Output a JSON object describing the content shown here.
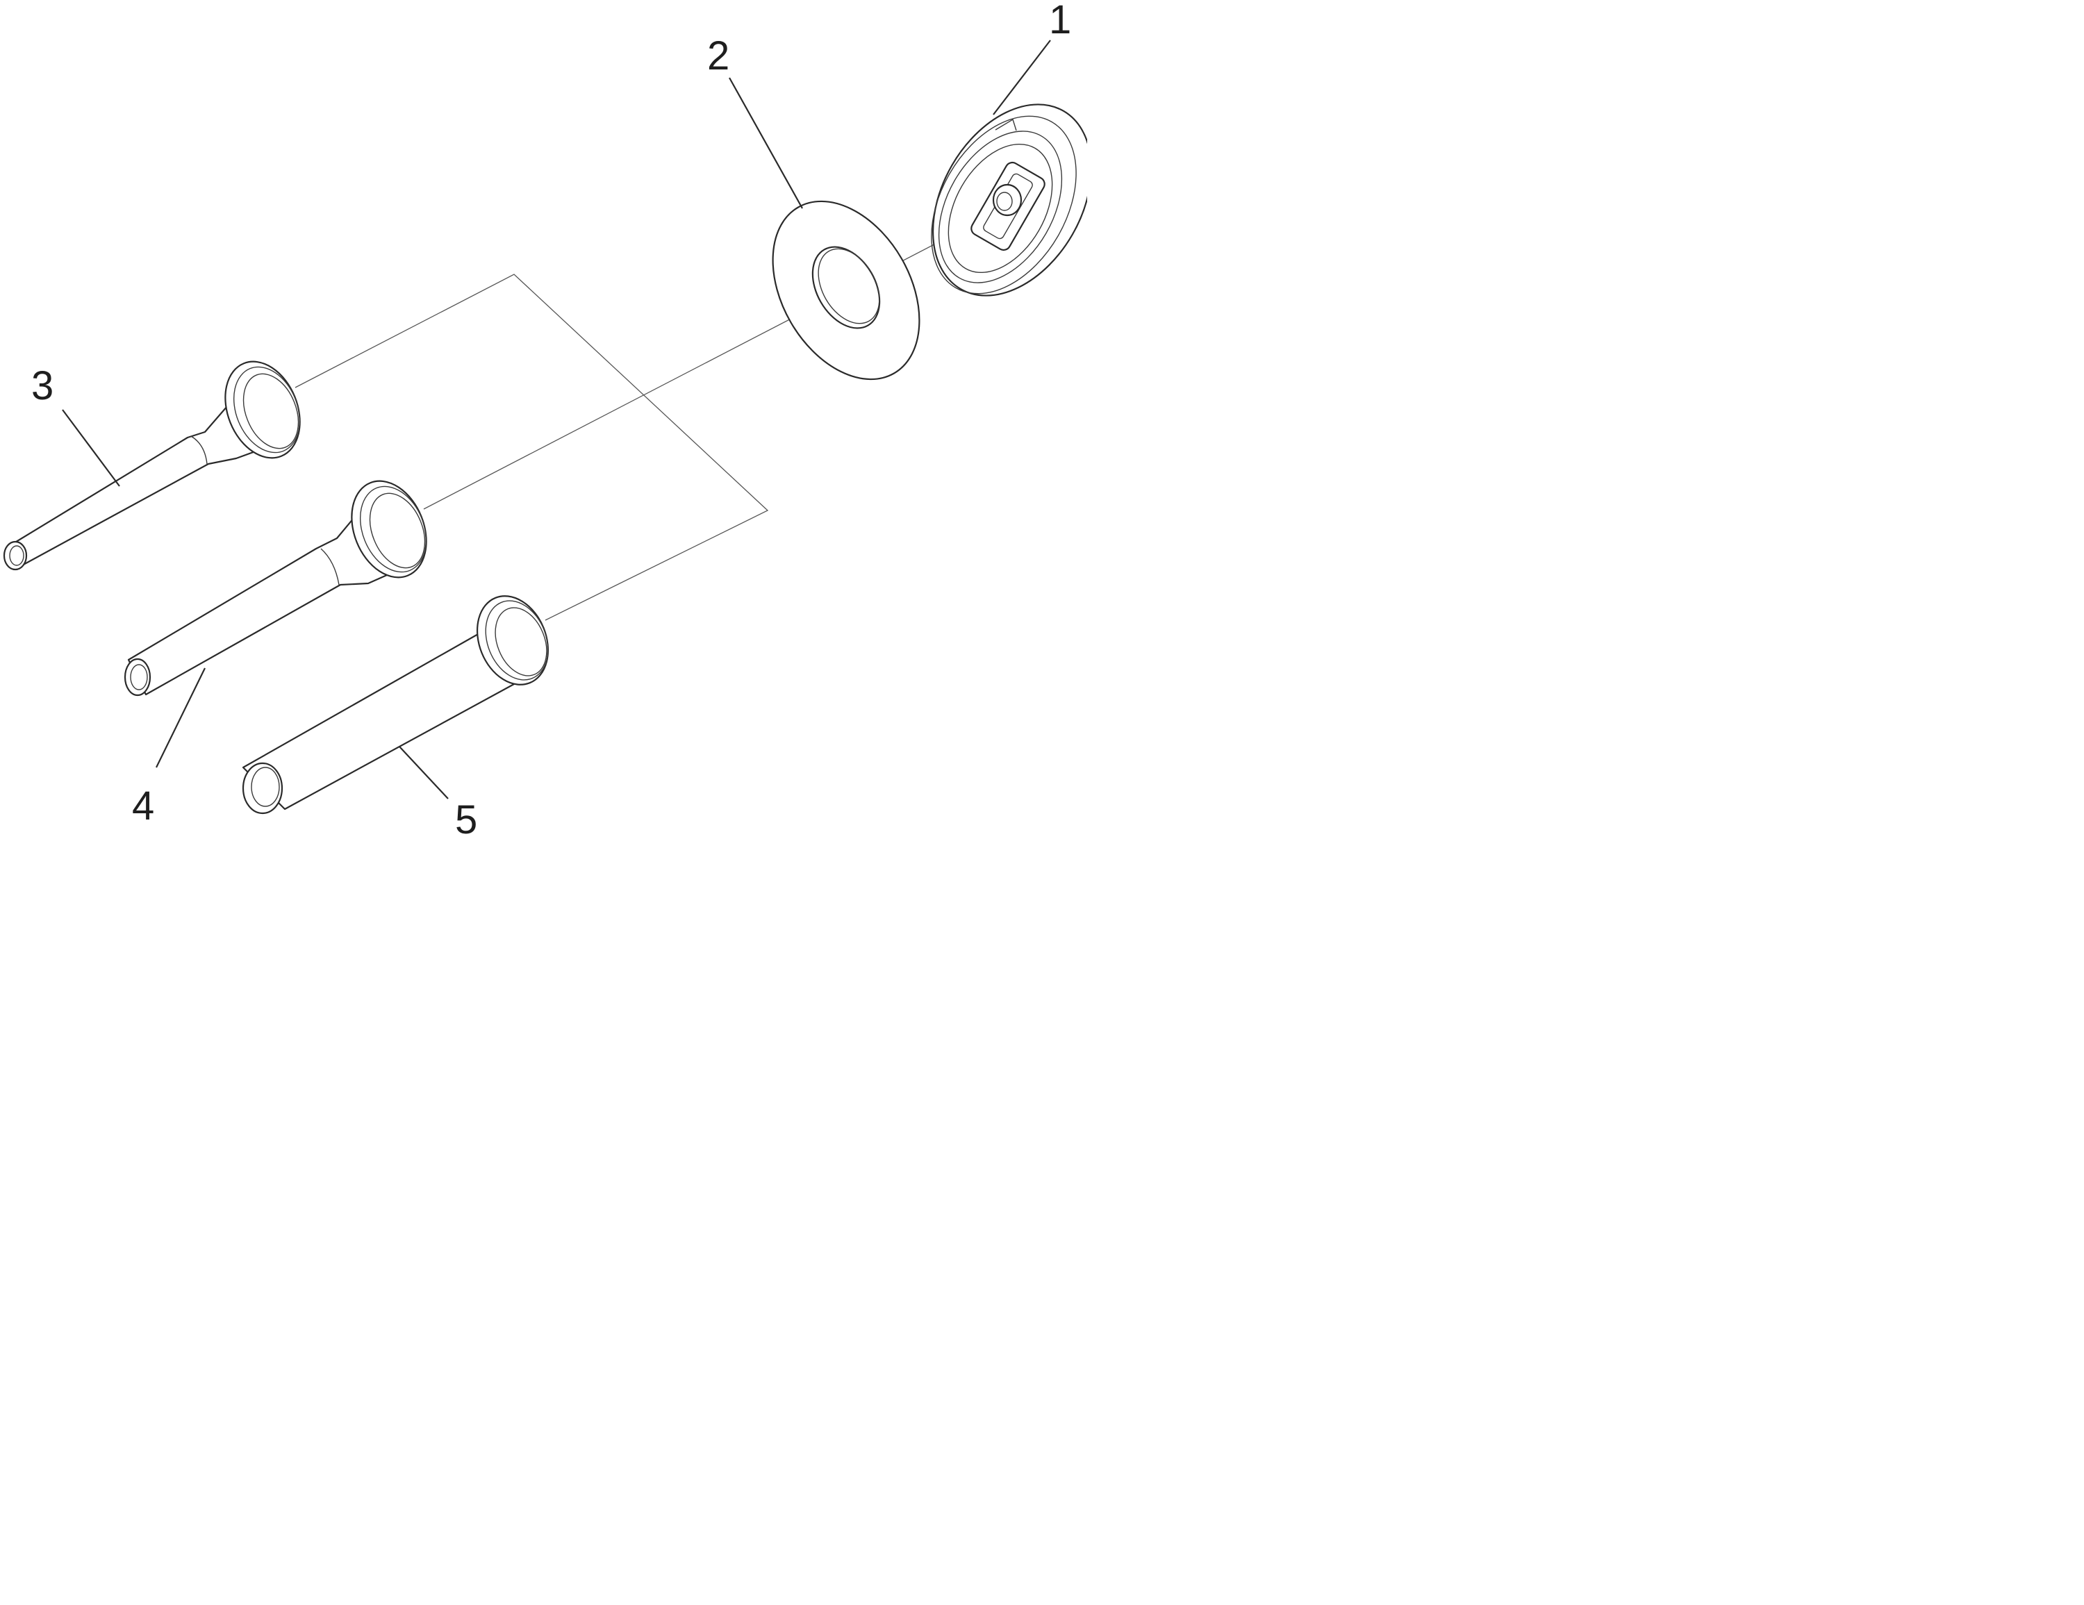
{
  "callouts": [
    {
      "id": "1",
      "label": "1"
    },
    {
      "id": "2",
      "label": "2"
    },
    {
      "id": "3",
      "label": "3"
    },
    {
      "id": "4",
      "label": "4"
    },
    {
      "id": "5",
      "label": "5"
    }
  ],
  "colors": {
    "line": "#2a2a2a",
    "text": "#1e1e1e",
    "background": "#ffffff"
  }
}
